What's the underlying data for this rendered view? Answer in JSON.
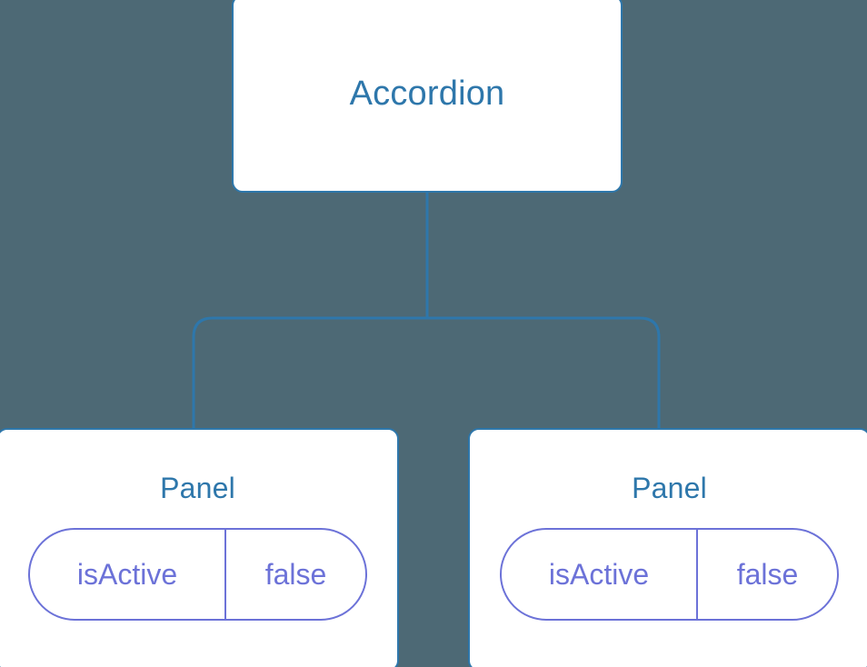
{
  "diagram": {
    "type": "component-tree",
    "background_color": "#4d6975",
    "node_border_color": "#2e77ab",
    "node_fill_color": "#ffffff",
    "node_title_color": "#2e77ab",
    "edge_color": "#2e77ab",
    "pill_color": "#6c72d8",
    "root": {
      "title": "Accordion"
    },
    "children": [
      {
        "title": "Panel",
        "state": {
          "key": "isActive",
          "value": "false"
        }
      },
      {
        "title": "Panel",
        "state": {
          "key": "isActive",
          "value": "false"
        }
      }
    ]
  }
}
